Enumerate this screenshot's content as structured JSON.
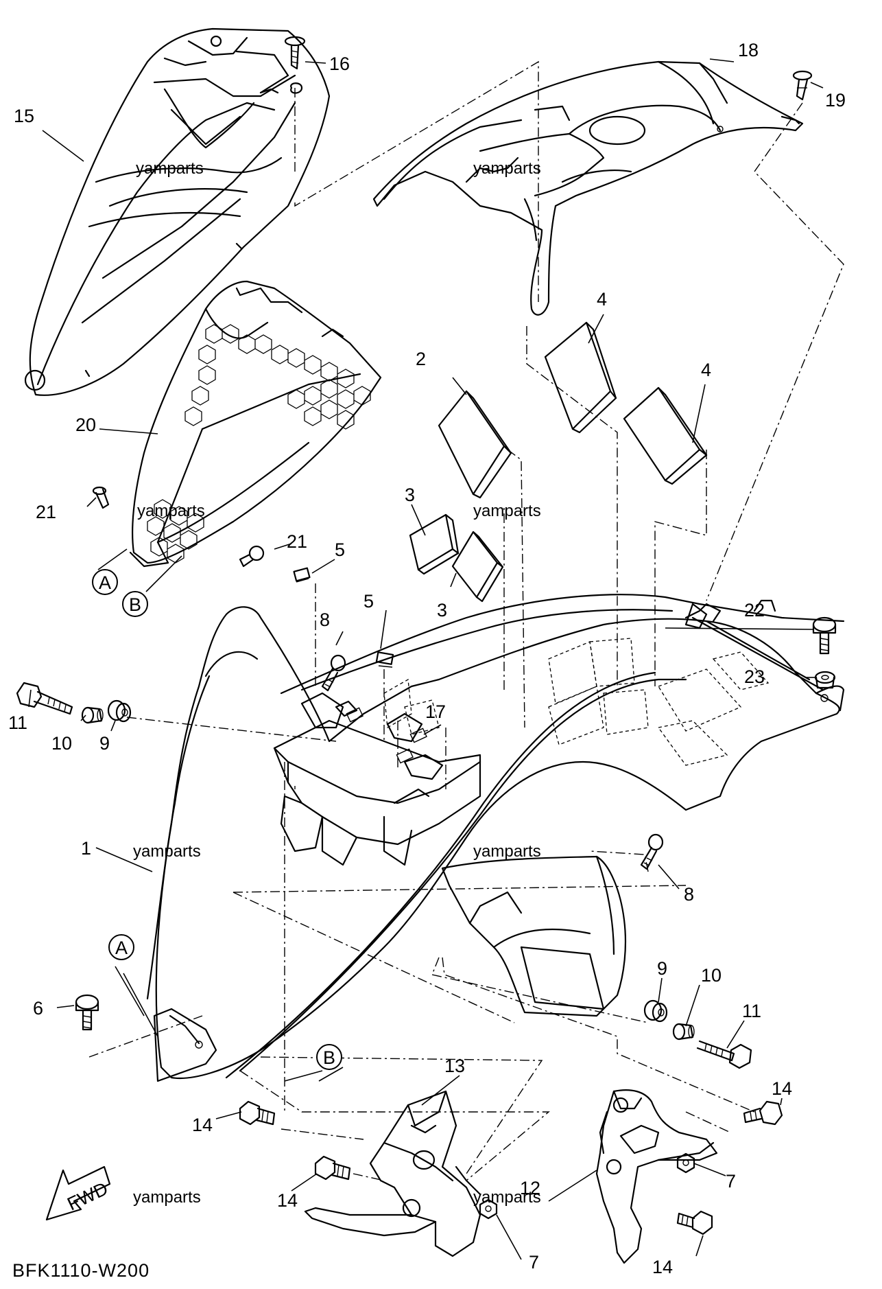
{
  "diagram_code": "BFK1110-W200",
  "watermark": "yamparts",
  "fwd_label": "FWD",
  "ref_A": "A",
  "ref_B": "B",
  "callouts": {
    "c1": "1",
    "c2": "2",
    "c3a": "3",
    "c3b": "3",
    "c4a": "4",
    "c4b": "4",
    "c5a": "5",
    "c5b": "5",
    "c6": "6",
    "c7a": "7",
    "c7b": "7",
    "c8a": "8",
    "c8b": "8",
    "c9a": "9",
    "c9b": "9",
    "c10a": "10",
    "c10b": "10",
    "c11a": "11",
    "c11b": "11",
    "c12": "12",
    "c13": "13",
    "c14a": "14",
    "c14b": "14",
    "c14c": "14",
    "c14d": "14",
    "c15": "15",
    "c16": "16",
    "c17": "17",
    "c18": "18",
    "c19": "19",
    "c20": "20",
    "c21a": "21",
    "c21b": "21",
    "c22": "22",
    "c23": "23"
  },
  "icons": [
    "fwd-arrow-icon",
    "bolt-icon",
    "screw-icon",
    "collar-icon",
    "grommet-icon",
    "nut-icon",
    "clip-icon"
  ]
}
